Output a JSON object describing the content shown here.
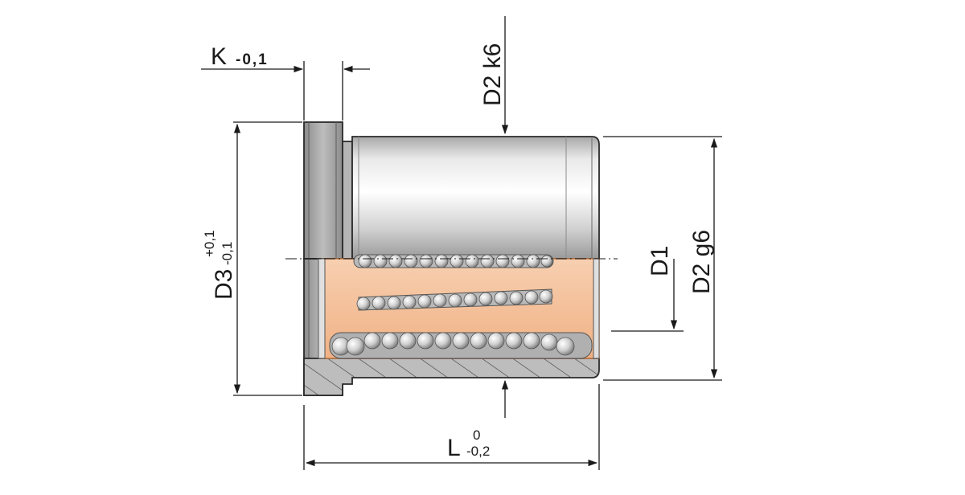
{
  "labels": {
    "k_main": "K",
    "k_tol": "-0,1",
    "d2_top": "D2 k6",
    "d3_main": "D3",
    "d3_tol_upper": "+0,1",
    "d3_tol_lower": "-0,1",
    "d1": "D1",
    "d2_right": "D2 g6",
    "l_main": "L",
    "l_tol_upper": "0",
    "l_tol_lower": "-0,2"
  },
  "colors": {
    "line": "#1a1a1a",
    "steel_light": "#f4f4f4",
    "steel_mid": "#bdbdbd",
    "steel_dark": "#7d7d7d",
    "cage": "#f3bf98",
    "cage_edge": "#d9925f",
    "ball": "#d9d9d9"
  }
}
